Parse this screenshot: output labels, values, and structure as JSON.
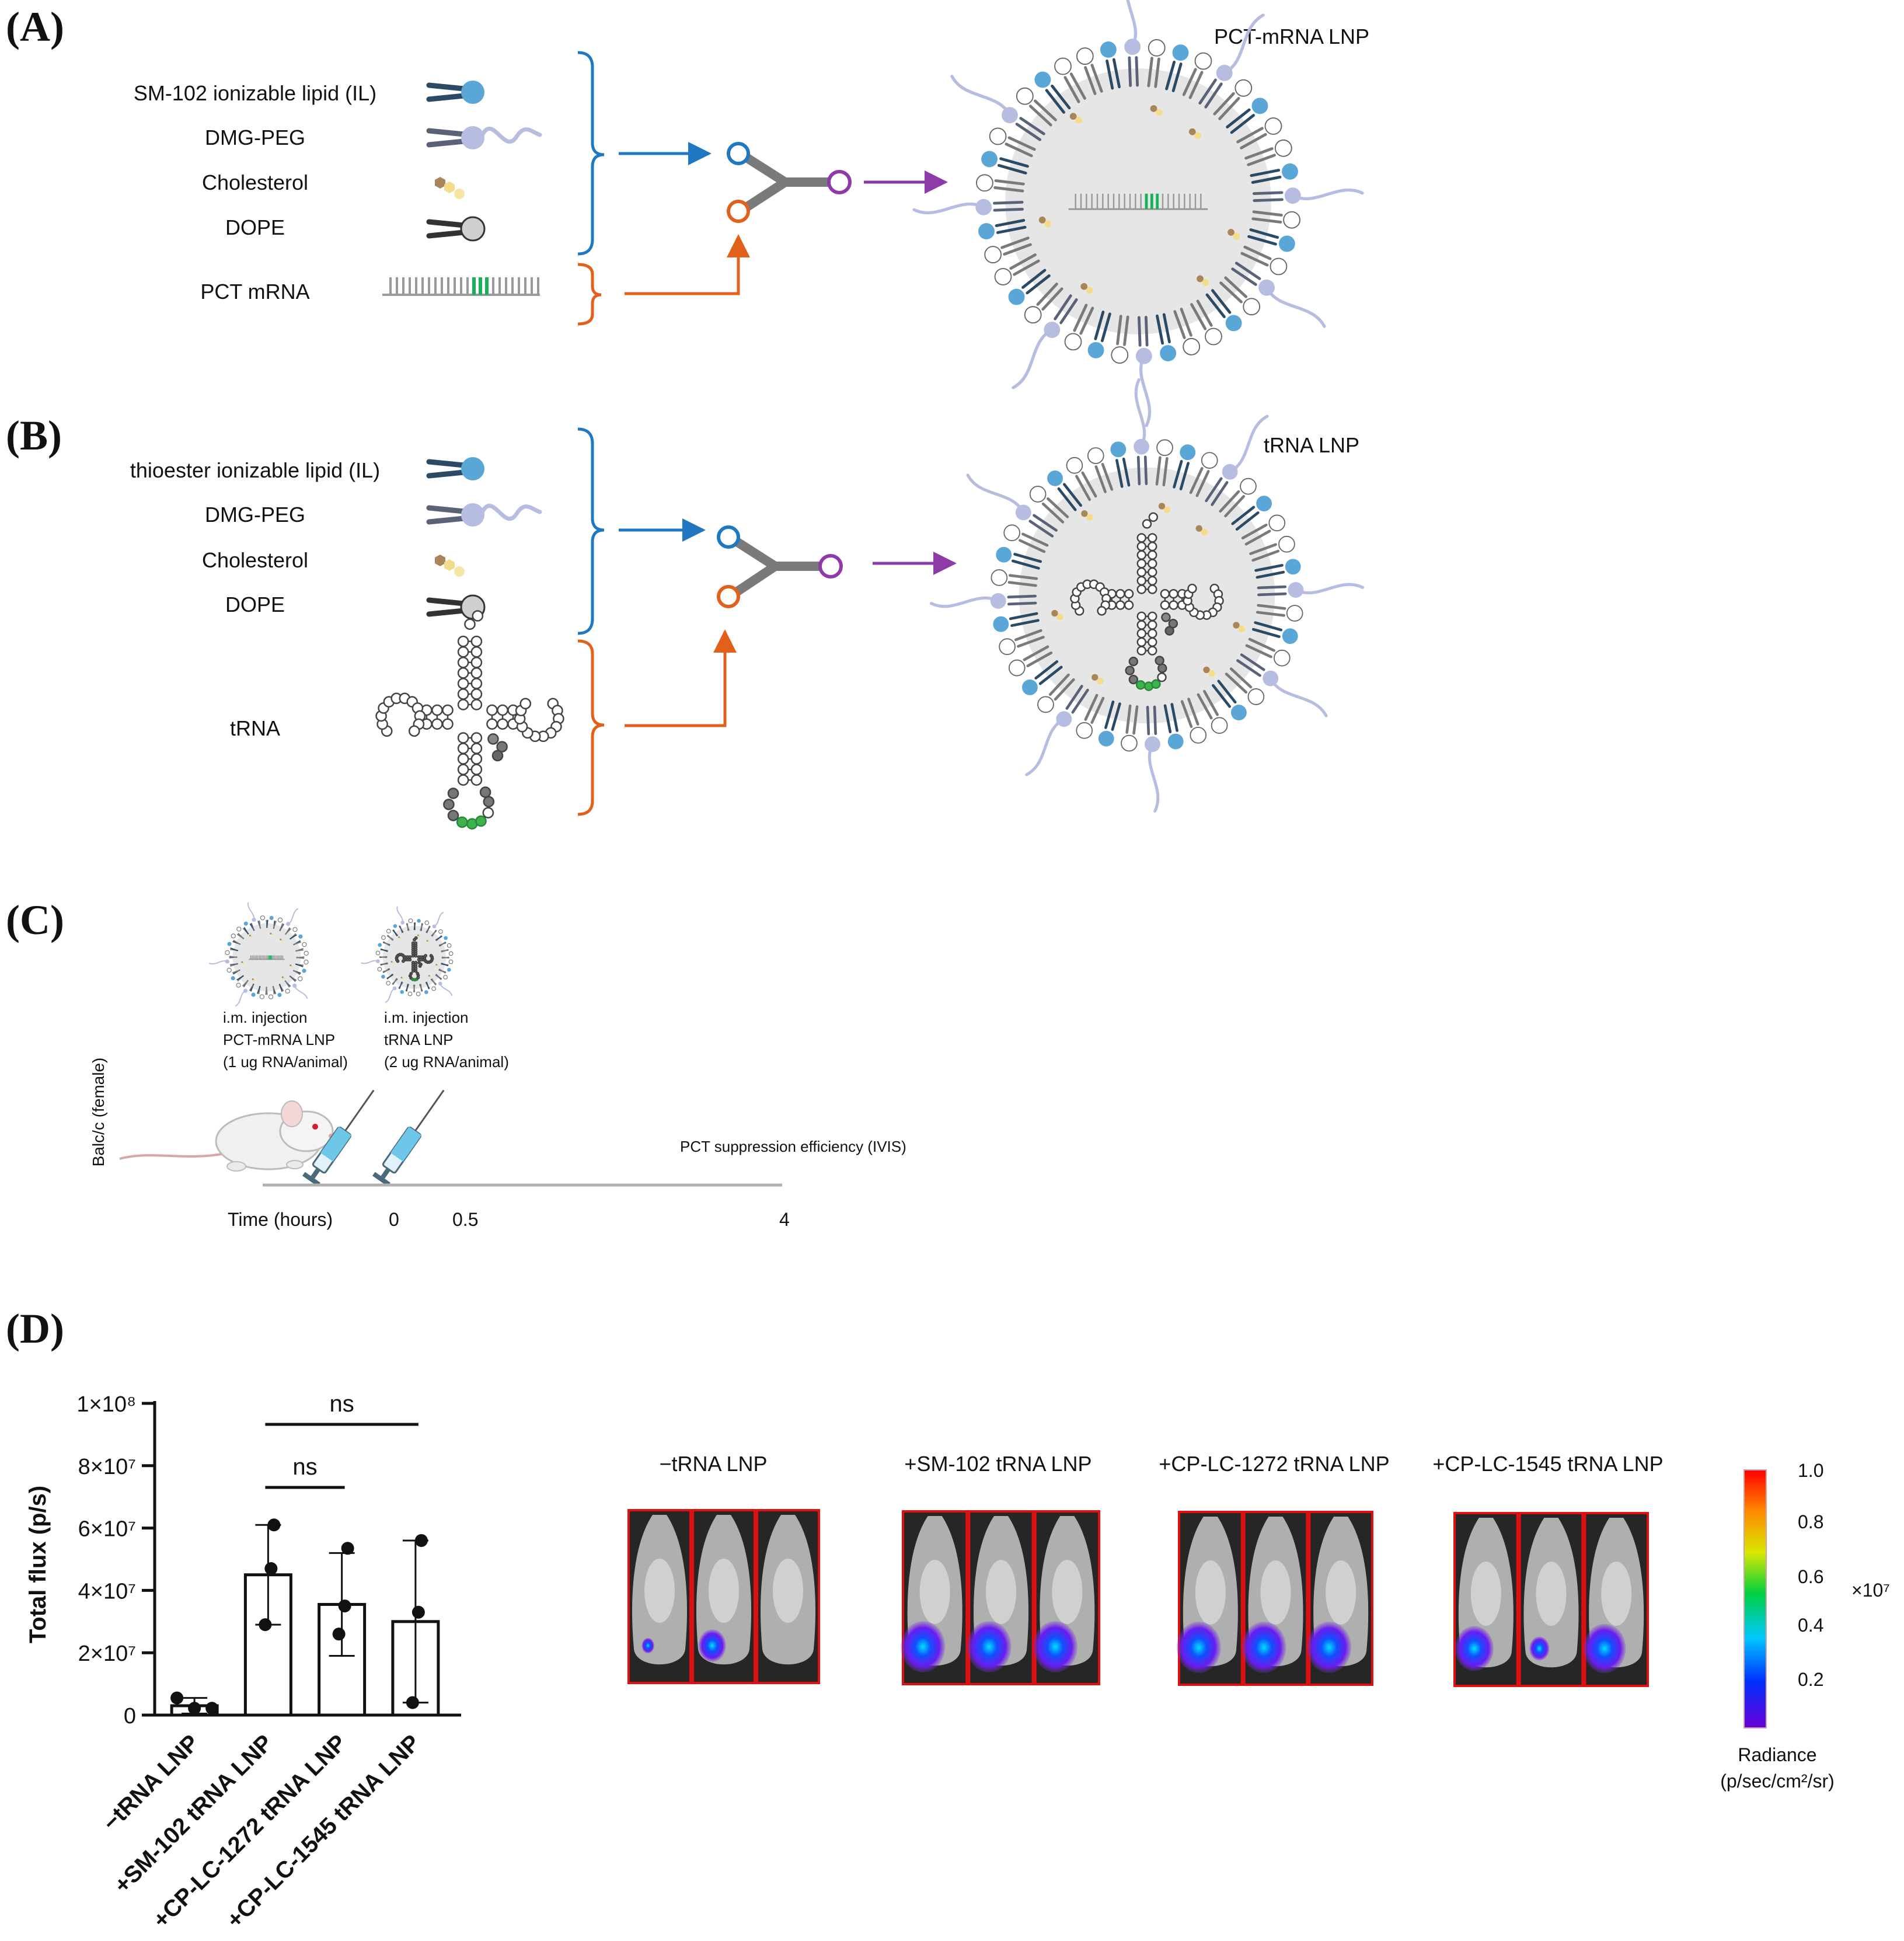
{
  "panels": {
    "a": {
      "letter": "(A)",
      "components": [
        "SM-102 ionizable lipid (IL)",
        "DMG-PEG",
        "Cholesterol",
        "DOPE"
      ],
      "cargo": "PCT mRNA",
      "product": "PCT-mRNA LNP"
    },
    "b": {
      "letter": "(B)",
      "components": [
        "thioester ionizable lipid (IL)",
        "DMG-PEG",
        "Cholesterol",
        "DOPE"
      ],
      "cargo": "tRNA",
      "product": "tRNA LNP"
    },
    "c": {
      "letter": "(C)",
      "animal": "Balc/c (female)",
      "injection1": [
        "i.m. injection",
        "PCT-mRNA LNP",
        "(1 ug RNA/animal)"
      ],
      "injection2": [
        "i.m. injection",
        "tRNA LNP",
        "(2 ug RNA/animal)"
      ],
      "readout": "PCT suppression efficiency (IVIS)",
      "time_label": "Time (hours)",
      "time_points": [
        "0",
        "0.5",
        "4"
      ]
    },
    "d": {
      "letter": "(D)",
      "image_labels": [
        "−tRNA LNP",
        "+SM-102 tRNA LNP",
        "+CP-LC-1272 tRNA LNP",
        "+CP-LC-1545 tRNA LNP"
      ],
      "colorbar": {
        "ticks": [
          "1.0",
          "0.8",
          "0.6",
          "0.4",
          "0.2"
        ],
        "multiplier": "×10⁷",
        "title": "Radiance",
        "unit": "(p/sec/cm²/sr)"
      }
    }
  },
  "chart_data": {
    "type": "bar",
    "ylabel": "Total flux (p/s)",
    "ylim": [
      0,
      100000000
    ],
    "yticks": [
      "0",
      "2×10⁷",
      "4×10⁷",
      "6×10⁷",
      "8×10⁷",
      "1×10⁸"
    ],
    "categories": [
      "−tRNA LNP",
      "+SM-102 tRNA LNP",
      "+CP-LC-1272 tRNA LNP",
      "+CP-LC-1545 tRNA LNP"
    ],
    "values": [
      3000000,
      45000000,
      35500000,
      30000000
    ],
    "error": [
      2500000,
      16000000,
      16500000,
      26000000
    ],
    "points": [
      [
        5500000,
        2200000,
        2200000
      ],
      [
        61000000,
        47000000,
        29000000
      ],
      [
        53500000,
        35000000,
        26000000
      ],
      [
        56000000,
        33000000,
        4000000
      ]
    ],
    "significance": [
      {
        "from": 1,
        "to": 2,
        "label": "ns"
      },
      {
        "from": 1,
        "to": 3,
        "label": "ns"
      }
    ],
    "grid": false
  }
}
